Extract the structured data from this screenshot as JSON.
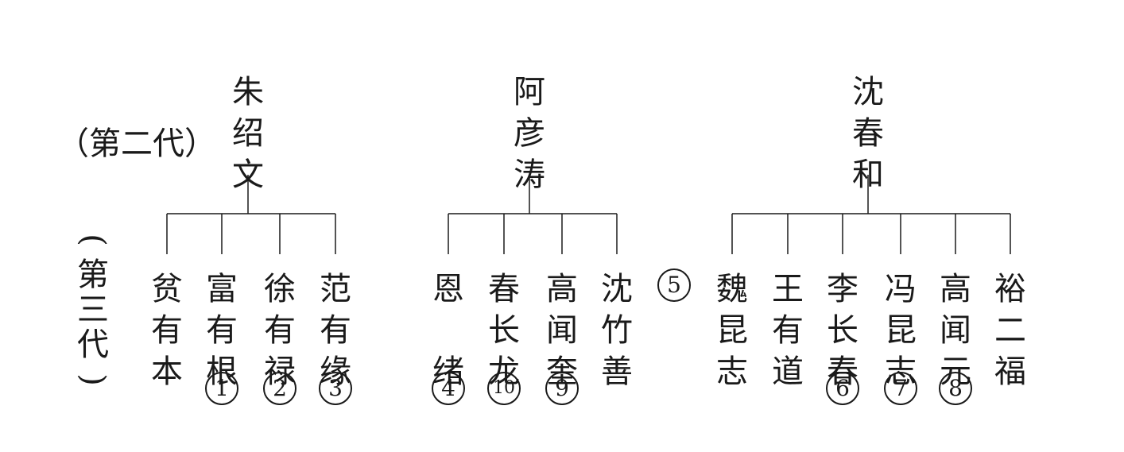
{
  "gen2_label": "（第二代）",
  "gen3_label": {
    "open": "(",
    "c1": "第",
    "c2": "三",
    "c3": "代",
    "close": ")"
  },
  "families": [
    {
      "parent": "朱绍文",
      "children": [
        {
          "name": "贫有本",
          "badge": ""
        },
        {
          "name": "富有根",
          "badge": "1"
        },
        {
          "name": "徐有禄",
          "badge": "2"
        },
        {
          "name": "范有缘",
          "badge": "3"
        }
      ]
    },
    {
      "parent": "阿彦涛",
      "children": [
        {
          "name": "恩 绪",
          "badge": "4"
        },
        {
          "name": "春长龙",
          "badge": "10"
        },
        {
          "name": "高闻奎",
          "badge": "9"
        },
        {
          "name": "沈竹善",
          "badge": ""
        }
      ]
    },
    {
      "parent": "沈春和",
      "children": [
        {
          "name": "魏昆志",
          "badge": ""
        },
        {
          "name": "王有道",
          "badge": ""
        },
        {
          "name": "李长春",
          "badge": "6"
        },
        {
          "name": "冯昆志",
          "badge": "7"
        },
        {
          "name": "高闻元",
          "badge": "8"
        },
        {
          "name": "裕二福",
          "badge": ""
        }
      ]
    }
  ],
  "standalone_badge": "5"
}
